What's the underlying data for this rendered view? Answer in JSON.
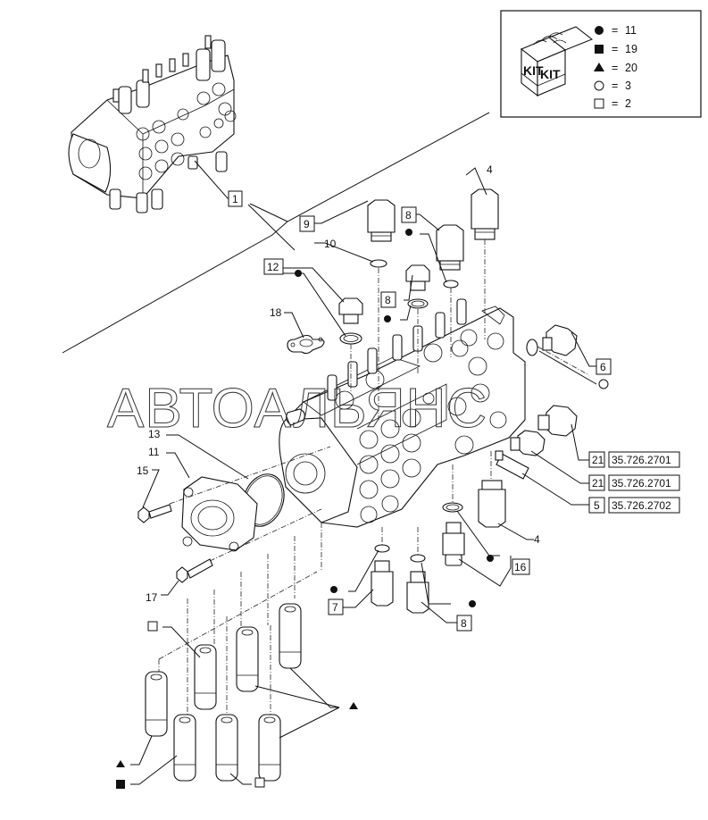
{
  "diagram": {
    "title": "Hydraulic control valve exploded view",
    "watermark": "АВТОАЛЬЯНС",
    "kit_legend": {
      "kit_label": "KIT",
      "entries": [
        {
          "symbol": "filled-circle",
          "eq": "=",
          "value": "11"
        },
        {
          "symbol": "filled-square",
          "eq": "=",
          "value": "19"
        },
        {
          "symbol": "filled-triangle",
          "eq": "=",
          "value": "20"
        },
        {
          "symbol": "open-circle",
          "eq": "=",
          "value": "3"
        },
        {
          "symbol": "open-square",
          "eq": "=",
          "value": "2"
        }
      ]
    },
    "callouts": {
      "c1": "1",
      "c4a": "4",
      "c4b": "4",
      "c5": "5",
      "c6": "6",
      "c7": "7",
      "c8a": "8",
      "c8b": "8",
      "c8c": "8",
      "c9": "9",
      "c10": "10",
      "c11": "11",
      "c12": "12",
      "c13": "13",
      "c15": "15",
      "c16": "16",
      "c17": "17",
      "c18": "18",
      "c21a": "21",
      "c21b": "21"
    },
    "references": {
      "r21a": "35.726.2701",
      "r21b": "35.726.2701",
      "r5": "35.726.2702"
    }
  }
}
